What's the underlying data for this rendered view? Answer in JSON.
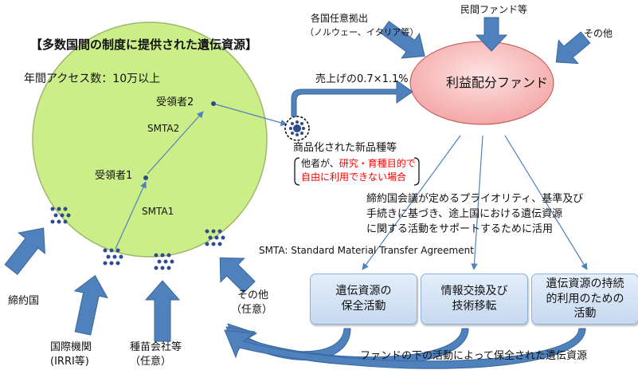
{
  "title": "【多数国間の制度に提供された遺伝資源】",
  "annual_access": "年間アクセス数：10万以上",
  "recipient2": "受領者2",
  "recipient1": "受領者1",
  "smta2": "SMTA2",
  "smta1": "SMTA1",
  "sources_top": {
    "countries": "各国任意拠出",
    "countries_detail": "（ノルウェー、イタリア等）",
    "private": "民間ファンド等",
    "other": "その他"
  },
  "sales_share": "売上げの0.7×1.1%",
  "fund": "利益配分ファンド",
  "commercialized": "商品化された新品種等",
  "restriction": {
    "prefix": "他者が、",
    "highlight": "研究・育種目的で",
    "line2": "自由に利用できない場合"
  },
  "support_text": [
    "締約国会議が定めるプライオリティ、基準及び",
    "手続きに基づき、途上国における遺伝資源",
    "に関する活動をサポートするために活用"
  ],
  "smta_definition": "SMTA: Standard Material Transfer Agreement",
  "activities": [
    "遺伝資源の\n保全活動",
    "情報交換及び\n技術移転",
    "遺伝資源の持続\n的利用のための\n活動"
  ],
  "contributors": {
    "parties": "締約国",
    "intl": "国際機関",
    "intl_detail": "(IRRI等)",
    "seed": "種苗会社等",
    "seed_detail": "（任意）",
    "other": "その他",
    "other_detail": "（任意）"
  },
  "conserved": "ファンドの下の活動によって保全された遺伝資源",
  "colors": {
    "circle": "#ccee88",
    "arrow": "#4f81bd",
    "dots": "#2e4c8c",
    "highlight": "#ff0000",
    "fund_fill": "#f7b3b3"
  }
}
